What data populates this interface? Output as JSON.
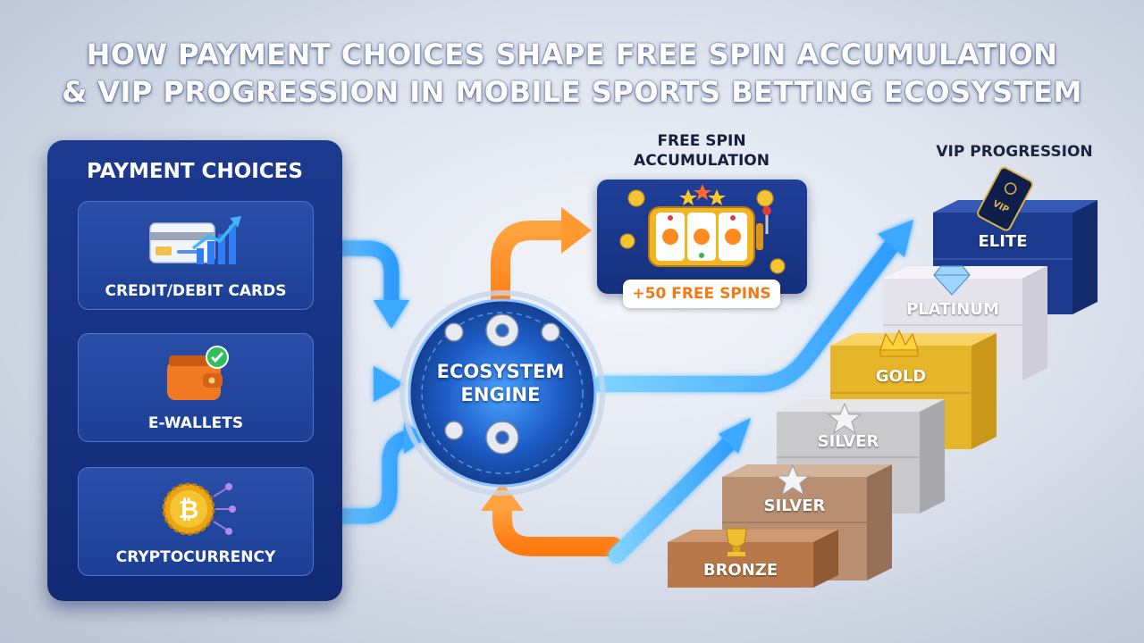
{
  "title": {
    "line1": "HOW PAYMENT CHOICES SHAPE FREE SPIN ACCUMULATION",
    "line2": "& VIP PROGRESSION IN MOBILE SPORTS BETTING ECOSYSTEM"
  },
  "payment": {
    "title": "PAYMENT CHOICES",
    "items": [
      {
        "label": "CREDIT/DEBIT CARDS",
        "icon": "credit-card-growth-icon"
      },
      {
        "label": "E-WALLETS",
        "icon": "wallet-check-icon"
      },
      {
        "label": "CRYPTOCURRENCY",
        "icon": "bitcoin-coin-icon"
      }
    ]
  },
  "engine": {
    "line1": "ECOSYSTEM",
    "line2": "ENGINE",
    "icon": "gears-icon"
  },
  "free_spin": {
    "title_line1": "FREE SPIN",
    "title_line2": "ACCUMULATION",
    "badge": "+50 FREE SPINS",
    "icon": "slot-machine-icon"
  },
  "vip": {
    "title": "VIP PROGRESSION",
    "card_text": "VIP",
    "tiers": [
      {
        "label": "BRONZE",
        "icon": "trophy-icon",
        "color": "#b8784a"
      },
      {
        "label": "SILVER",
        "icon": "star-icon",
        "color": "#b98f72"
      },
      {
        "label": "SILVER",
        "icon": "star-icon",
        "color": "#c9c9cc"
      },
      {
        "label": "GOLD",
        "icon": "crown-icon",
        "color": "#e5b52a"
      },
      {
        "label": "PLATINUM",
        "icon": "diamond-icon",
        "color": "#e4e2ea"
      },
      {
        "label": "ELITE",
        "icon": "vip-card-icon",
        "color": "#1c3b8e"
      }
    ]
  },
  "colors": {
    "panel": "#1d3a8f",
    "arrow_blue": "#3fb4ff",
    "arrow_orange": "#ff8a1e",
    "badge_text": "#f07a14"
  }
}
